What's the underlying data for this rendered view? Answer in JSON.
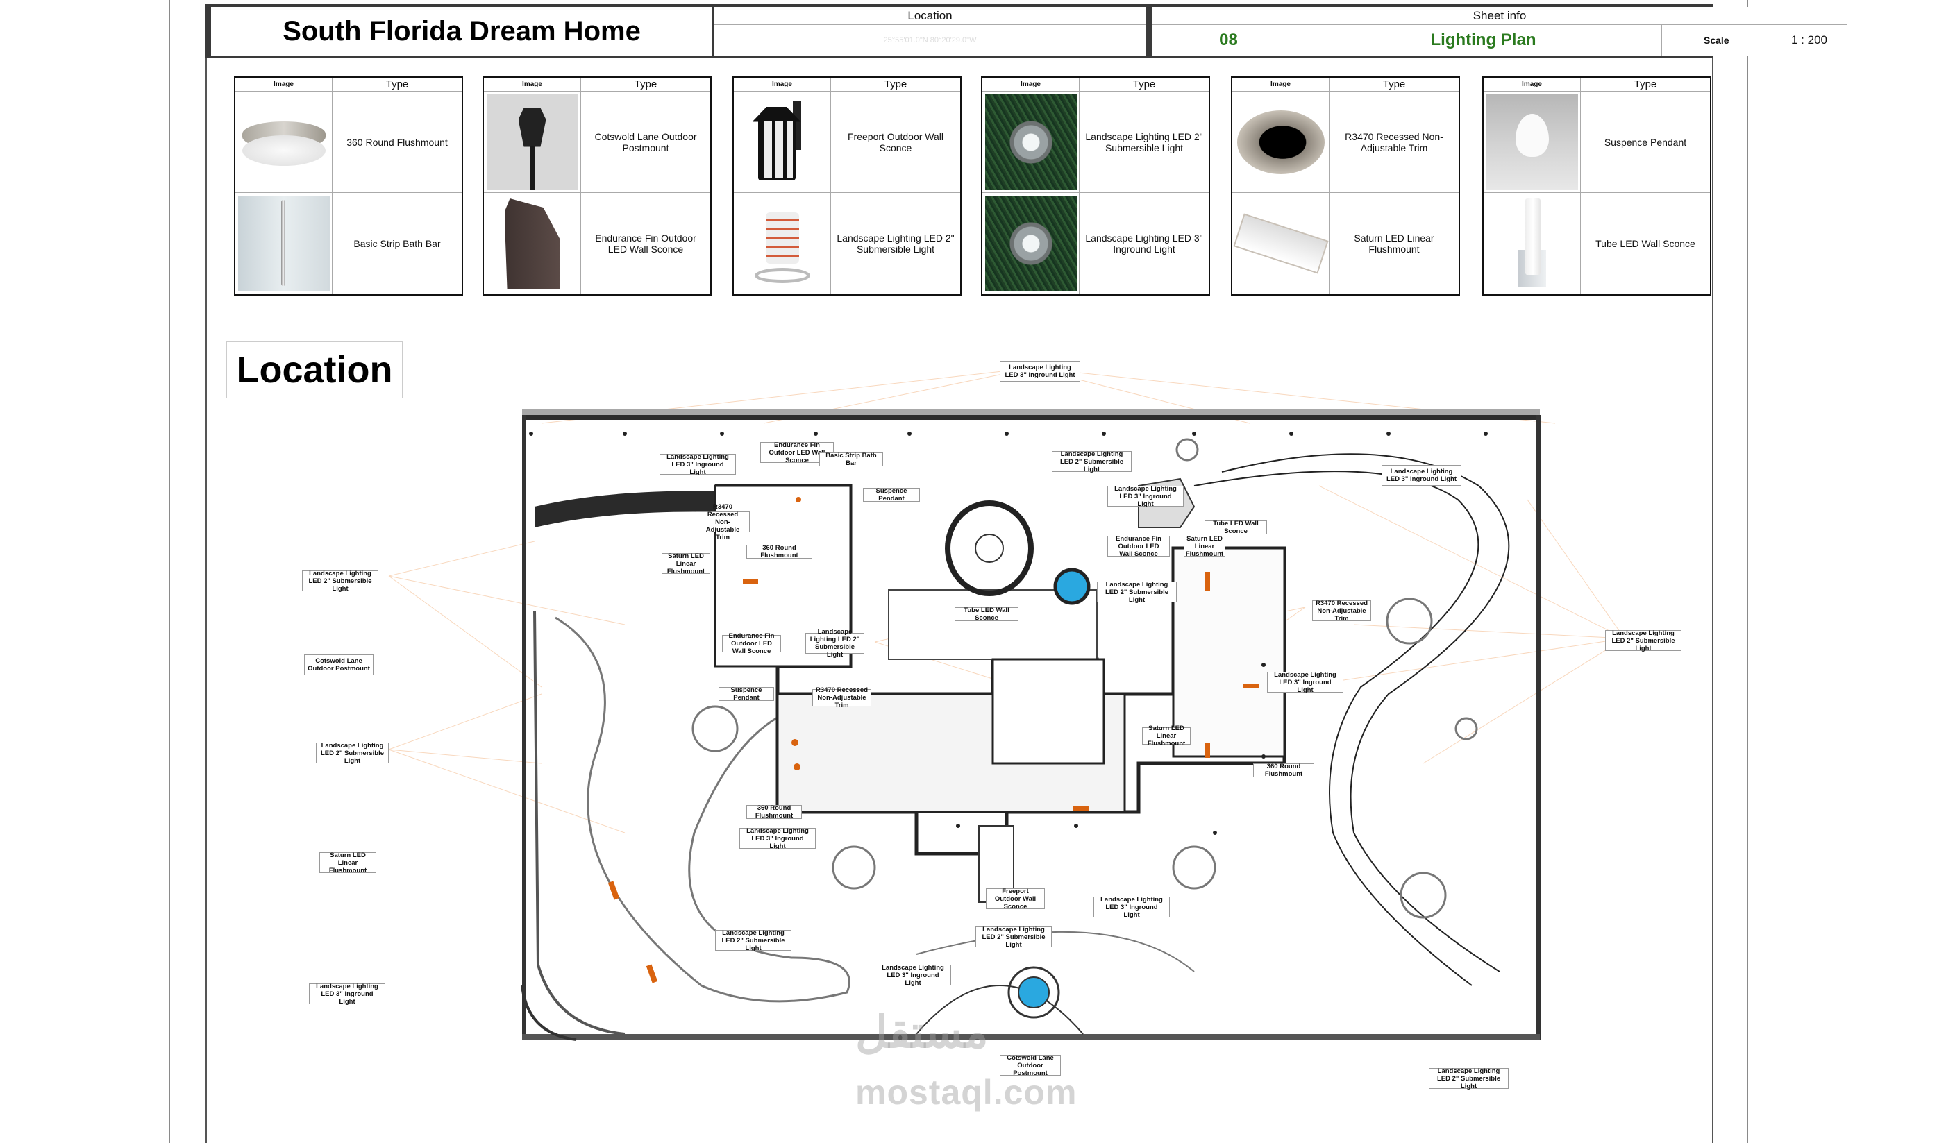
{
  "title_block": {
    "project_title": "South Florida Dream Home",
    "location_header": "Location",
    "location_value": "25°55'01.0\"N 80°20'29.0\"W",
    "sheet_info_header": "Sheet info",
    "sheet_number": "08",
    "sheet_name": "Lighting Plan",
    "scale_label": "Scale",
    "scale_value": "1 : 200"
  },
  "colors": {
    "accent_green": "#2a7a1e",
    "frame_dark": "#3a3a3a",
    "light_ray_orange": "#f0a060",
    "pool_blue": "#2aa8e0",
    "fixture_orange": "#d9630f"
  },
  "legend": {
    "image_header": "Image",
    "type_header": "Type",
    "tables": [
      {
        "items": [
          {
            "icon": "round-flushmount-image",
            "type": "360 Round Flushmount"
          },
          {
            "icon": "bath-bar-image",
            "type": "Basic Strip Bath Bar"
          }
        ]
      },
      {
        "items": [
          {
            "icon": "post-lantern-image",
            "type": "Cotswold Lane Outdoor Postmount"
          },
          {
            "icon": "fin-sconce-image",
            "type": "Endurance Fin Outdoor LED Wall Sconce"
          }
        ]
      },
      {
        "items": [
          {
            "icon": "wall-lantern-image",
            "type": "Freeport Outdoor Wall Sconce"
          },
          {
            "icon": "submersible-light-image",
            "type": "Landscape Lighting LED 2\" Submersible Light"
          }
        ]
      },
      {
        "items": [
          {
            "icon": "inground-grass-image",
            "type": "Landscape Lighting LED 2\" Submersible Light"
          },
          {
            "icon": "inground-grass-image",
            "type": "Landscape Lighting LED 3\" Inground Light"
          }
        ]
      },
      {
        "items": [
          {
            "icon": "recessed-trim-image",
            "type": "R3470 Recessed Non-Adjustable Trim"
          },
          {
            "icon": "linear-flushmount-image",
            "type": "Saturn LED Linear Flushmount"
          }
        ]
      },
      {
        "items": [
          {
            "icon": "pendant-image",
            "type": "Suspence Pendant"
          },
          {
            "icon": "tube-sconce-image",
            "type": "Tube LED Wall Sconce"
          }
        ]
      }
    ]
  },
  "section": {
    "title": "Location"
  },
  "plan": {
    "callouts": [
      {
        "text": "Landscape Lighting LED 3\" Inground Light"
      },
      {
        "text": "Landscape Lighting LED 3\" Inground Light"
      },
      {
        "text": "Endurance Fin Outdoor LED Wall Sconce"
      },
      {
        "text": "Basic Strip Bath Bar"
      },
      {
        "text": "Landscape Lighting LED 2\" Submersible Light"
      },
      {
        "text": "Landscape Lighting LED 3\" Inground Light"
      },
      {
        "text": "Landscape Lighting LED 3\" Inground Light"
      },
      {
        "text": "Suspence Pendant"
      },
      {
        "text": "R3470 Recessed Non-Adjustable Trim"
      },
      {
        "text": "360 Round Flushmount"
      },
      {
        "text": "Saturn LED Linear Flushmount"
      },
      {
        "text": "Endurance Fin Outdoor LED Wall Sconce"
      },
      {
        "text": "Saturn LED Linear Flushmount"
      },
      {
        "text": "Tube LED Wall Sconce"
      },
      {
        "text": "Landscape Lighting LED 2\" Submersible Light"
      },
      {
        "text": "Tube LED Wall Sconce"
      },
      {
        "text": "Landscape Lighting LED 2\" Submersible Light"
      },
      {
        "text": "Cotswold Lane Outdoor Postmount"
      },
      {
        "text": "Endurance Fin Outdoor LED Wall Sconce"
      },
      {
        "text": "Landscape Lighting LED 2\" Submersible Light"
      },
      {
        "text": "R3470 Recessed Non-Adjustable Trim"
      },
      {
        "text": "Landscape Lighting LED 2\" Submersible Light"
      },
      {
        "text": "Suspence Pendant"
      },
      {
        "text": "R3470 Recessed Non-Adjustable Trim"
      },
      {
        "text": "Landscape Lighting LED 3\" Inground Light"
      },
      {
        "text": "Landscape Lighting LED 2\" Submersible Light"
      },
      {
        "text": "Saturn LED Linear Flushmount"
      },
      {
        "text": "360 Round Flushmount"
      },
      {
        "text": "360 Round Flushmount"
      },
      {
        "text": "Landscape Lighting LED 3\" Inground Light"
      },
      {
        "text": "Saturn LED Linear Flushmount"
      },
      {
        "text": "Freeport Outdoor Wall Sconce"
      },
      {
        "text": "Landscape Lighting LED 3\" Inground Light"
      },
      {
        "text": "Landscape Lighting LED 2\" Submersible Light"
      },
      {
        "text": "Landscape Lighting LED 2\" Submersible Light"
      },
      {
        "text": "Landscape Lighting LED 3\" Inground Light"
      },
      {
        "text": "Landscape Lighting LED 3\" Inground Light"
      },
      {
        "text": "Cotswold Lane Outdoor Postmount"
      },
      {
        "text": "Landscape Lighting LED 2\" Submersible Light"
      }
    ]
  },
  "watermark": {
    "arabic": "مستقل",
    "latin": "mostaql.com"
  }
}
